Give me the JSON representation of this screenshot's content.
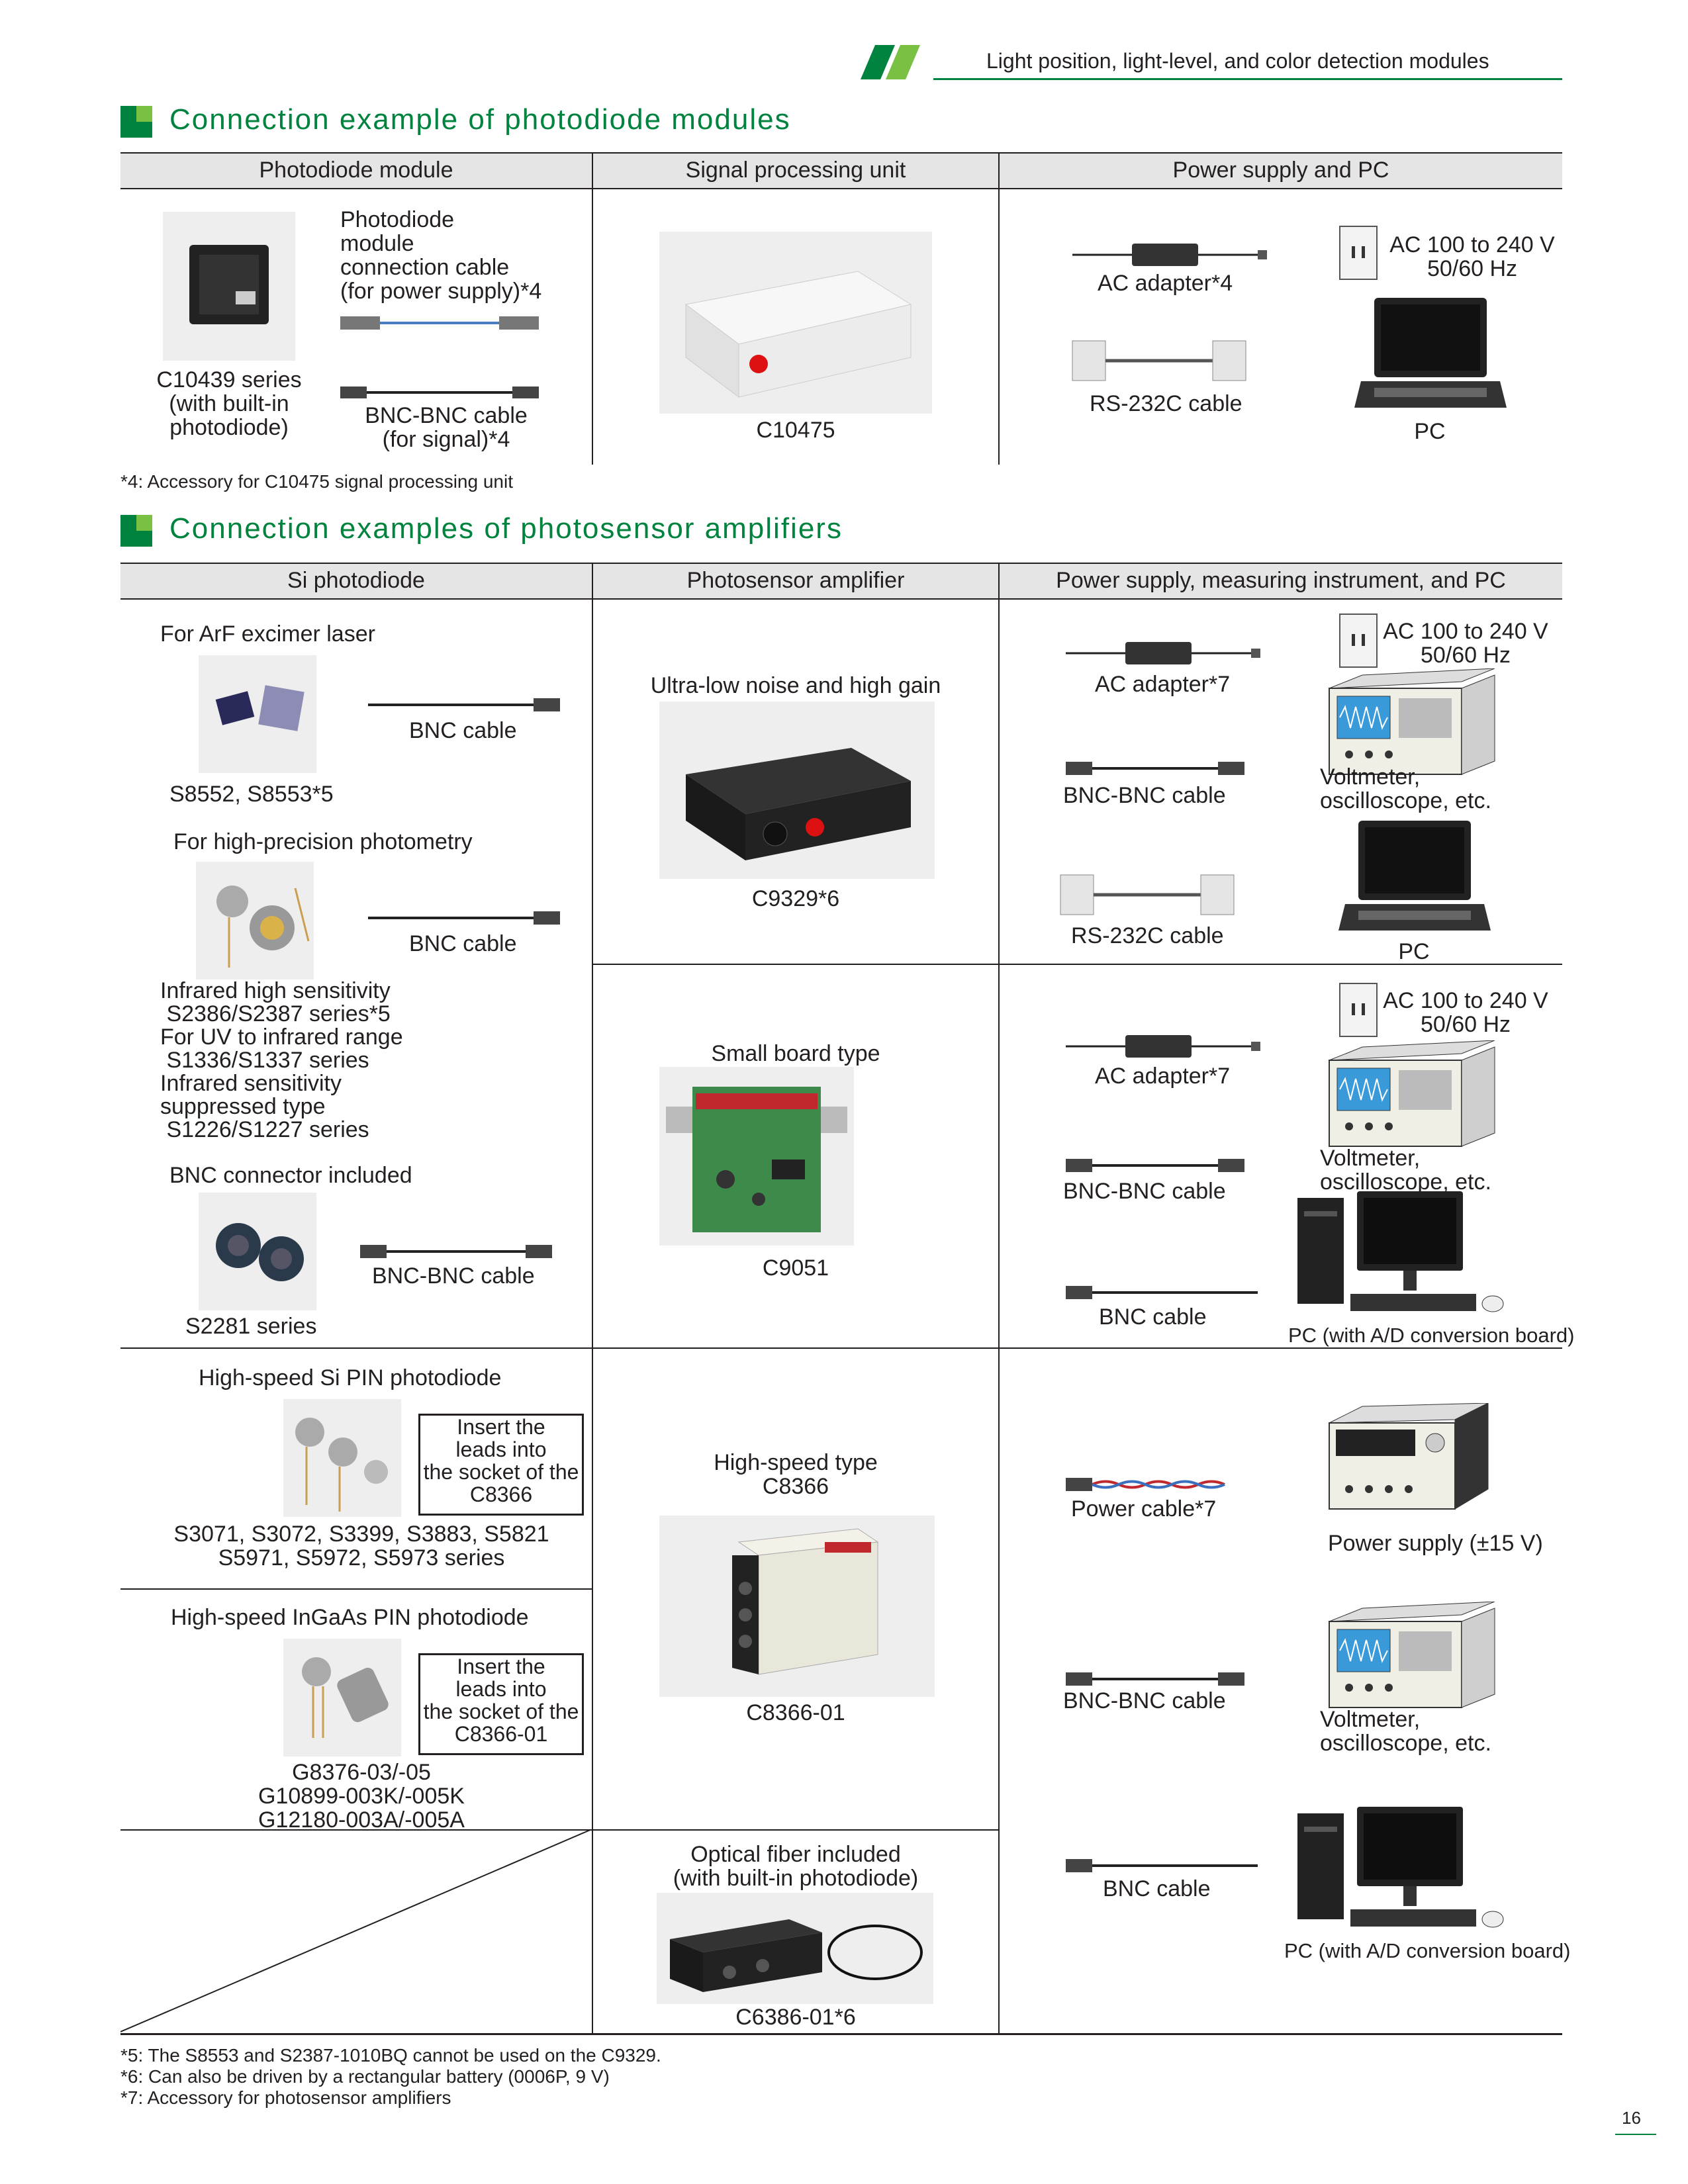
{
  "header": {
    "title": "Light position, light-level, and color detection modules"
  },
  "section1": {
    "title": "Connection example of photodiode modules",
    "columns": [
      "Photodiode module",
      "Signal processing unit",
      "Power supply and PC"
    ],
    "module_label": "C10439 series\n(with built-in\nphotodiode)",
    "conn_cable_label": "Photodiode\nmodule\nconnection cable\n(for power supply)*4",
    "bnc_bnc_label": "BNC-BNC cable\n(for signal)*4",
    "unit_label": "C10475",
    "ac_adapter_label": "AC adapter*4",
    "rs232_label": "RS-232C cable",
    "ac_outlet_label": "AC 100 to 240 V\n50/60 Hz",
    "pc_label": "PC",
    "footnote": "*4: Accessory for C10475 signal processing unit"
  },
  "section2": {
    "title": "Connection examples of photosensor amplifiers",
    "columns": [
      "Si photodiode",
      "Photosensor amplifier",
      "Power supply, measuring instrument, and PC"
    ],
    "row1": {
      "arf_title": "For ArF excimer laser",
      "arf_bnc": "BNC cable",
      "arf_models": "S8552, S8553*5",
      "hp_title": "For high-precision photometry",
      "hp_bnc": "BNC cable",
      "amp_title": "Ultra-low noise and high gain",
      "amp_model": "C9329*6",
      "ac_outlet": "AC 100 to 240 V\n50/60 Hz",
      "ac_adapter": "AC adapter*7",
      "bnc_bnc": "BNC-BNC cable",
      "voltmeter": "Voltmeter,\noscilloscope, etc.",
      "rs232": "RS-232C cable",
      "pc": "PC"
    },
    "row2": {
      "series_text": "Infrared high sensitivity\n S2386/S2387 series*5\nFor UV to infrared range\n S1336/S1337 series\nInfrared sensitivity\nsuppressed type\n S1226/S1227 series",
      "bnc_conn_title": "BNC connector included",
      "bnc_bnc": "BNC-BNC cable",
      "s2281": "S2281 series",
      "amp_title": "Small board type",
      "amp_model": "C9051",
      "ac_outlet": "AC 100 to 240 V\n50/60 Hz",
      "ac_adapter": "AC adapter*7",
      "bnc_bnc_right": "BNC-BNC cable",
      "voltmeter": "Voltmeter,\noscilloscope, etc.",
      "bnc_cable": "BNC cable",
      "pc_ad": "PC (with A/D conversion board)"
    },
    "row3": {
      "si_title": "High-speed Si PIN photodiode",
      "si_box": "Insert the\nleads into\nthe socket of the\nC8366",
      "si_models": "S3071, S3072, S3399, S3883, S5821\nS5971, S5972, S5973 series",
      "ingaas_title": "High-speed InGaAs PIN photodiode",
      "ingaas_box": "Insert the\nleads into\nthe socket of the\nC8366-01",
      "ingaas_models": "G8376-03/-05\nG10899-003K/-005K\nG12180-003A/-005A",
      "amp_title": "High-speed type\nC8366",
      "amp_model": "C8366-01",
      "power_cable": "Power cable*7",
      "power_supply": "Power supply (±15 V)",
      "bnc_bnc": "BNC-BNC cable",
      "voltmeter": "Voltmeter,\noscilloscope, etc."
    },
    "row4": {
      "amp_title": "Optical fiber included\n(with built-in photodiode)",
      "amp_model": "C6386-01*6",
      "bnc_cable": "BNC cable",
      "pc_ad": "PC (with A/D conversion board)"
    },
    "footnotes": [
      "*5: The S8553 and S2387-1010BQ cannot be used on the C9329.",
      "*6: Can also be driven by a rectangular battery (0006P, 9 V)",
      "*7: Accessory for photosensor amplifiers"
    ]
  },
  "page_number": "16",
  "colors": {
    "accent": "#00833e",
    "accent_light": "#7ac143",
    "header_bg": "#e5e5e5"
  }
}
